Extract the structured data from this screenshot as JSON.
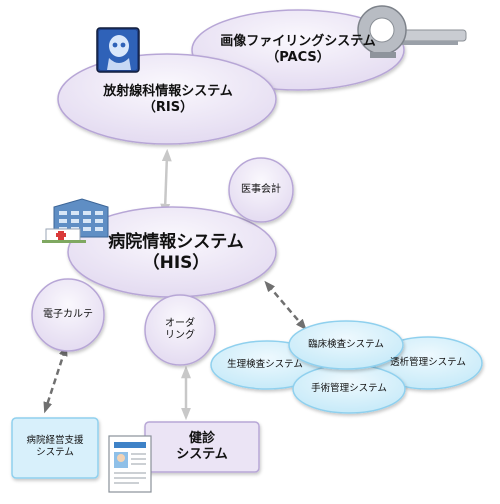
{
  "colors": {
    "purple_fill": "#ece6f5",
    "purple_stroke": "#b7a6d6",
    "cyan_fill": "#d2eefa",
    "cyan_stroke": "#8fd0ee",
    "arrow_solid": "#c8c8c8",
    "arrow_dashed": "#707070"
  },
  "nodes": {
    "pacs": {
      "line1": "画像ファイリングシステム",
      "line2": "（PACS）",
      "icon": "ct-scanner-icon"
    },
    "ris": {
      "line1": "放射線科情報システム",
      "line2": "（RIS）",
      "icon": "xray-head-icon"
    },
    "his": {
      "line1": "病院情報システム",
      "line2": "（HIS）",
      "icon": "hospital-building-icon"
    },
    "iji": {
      "label": "医事会計"
    },
    "karte": {
      "label": "電子カルテ"
    },
    "order": {
      "line1": "オーダ",
      "line2": "リング"
    },
    "keiei": {
      "line1": "病院経営支援",
      "line2": "システム"
    },
    "kenshin": {
      "line1": "健診",
      "line2": "システム",
      "icon": "document-icon"
    },
    "rinsho": {
      "label": "臨床検査システム"
    },
    "seiri": {
      "label": "生理検査システム"
    },
    "toseki": {
      "label": "透析管理システム"
    },
    "shujutsu": {
      "label": "手術管理システム"
    }
  }
}
